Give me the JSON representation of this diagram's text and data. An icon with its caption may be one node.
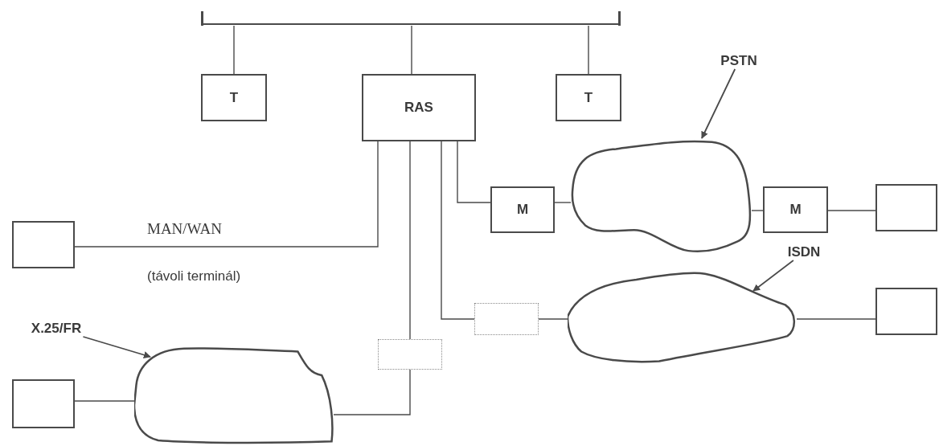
{
  "diagram": {
    "nodes": [
      {
        "text": [],
        "shape": "bar"
      },
      {
        "text": [
          "T"
        ]
      },
      {
        "text": [
          "RAS"
        ]
      },
      {
        "text": [
          "T"
        ]
      },
      {
        "text": [
          "PSTN"
        ]
      },
      {
        "text": [
          "M"
        ]
      },
      {
        "text": [],
        "shape": "cloud"
      },
      {
        "text": [
          "M"
        ]
      },
      {
        "text": [],
        "shape": "box"
      },
      {
        "text": [],
        "shape": "box"
      },
      {
        "text": [
          "ISDN"
        ]
      },
      {
        "text": [],
        "shape": "box"
      },
      {
        "text": [],
        "shape": "cloud"
      },
      {
        "text": [],
        "shape": "box"
      },
      {
        "text": [
          "X.25/FR"
        ]
      },
      {
        "text": [],
        "shape": "box"
      },
      {
        "text": [],
        "shape": "cloud"
      },
      {
        "text": [],
        "shape": "box"
      }
    ],
    "edges": [
      {
        "from": 0,
        "to": 1,
        "arrow": "none"
      },
      {
        "from": 0,
        "to": 2,
        "arrow": "none"
      },
      {
        "from": 0,
        "to": 3,
        "arrow": "none"
      },
      {
        "from": 2,
        "to": 5,
        "arrow": "none"
      },
      {
        "from": 5,
        "to": 6,
        "arrow": "none"
      },
      {
        "from": 6,
        "to": 7,
        "arrow": "none"
      },
      {
        "from": 7,
        "to": 8,
        "arrow": "none"
      },
      {
        "from": 4,
        "to": 6,
        "arrow": "to"
      },
      {
        "from": 2,
        "to": 9,
        "arrow": "none",
        "label": "MAN/WAN"
      },
      {
        "from": 2,
        "to": 11,
        "arrow": "none"
      },
      {
        "from": 11,
        "to": 12,
        "arrow": "none"
      },
      {
        "from": 12,
        "to": 13,
        "arrow": "none"
      },
      {
        "from": 10,
        "to": 12,
        "arrow": "to"
      },
      {
        "from": 2,
        "to": 15,
        "arrow": "none"
      },
      {
        "from": 15,
        "to": 16,
        "arrow": "none"
      },
      {
        "from": 14,
        "to": 16,
        "arrow": "to"
      },
      {
        "from": 17,
        "to": 16,
        "arrow": "none"
      }
    ],
    "labels": [
      "(távoli terminál)"
    ]
  }
}
